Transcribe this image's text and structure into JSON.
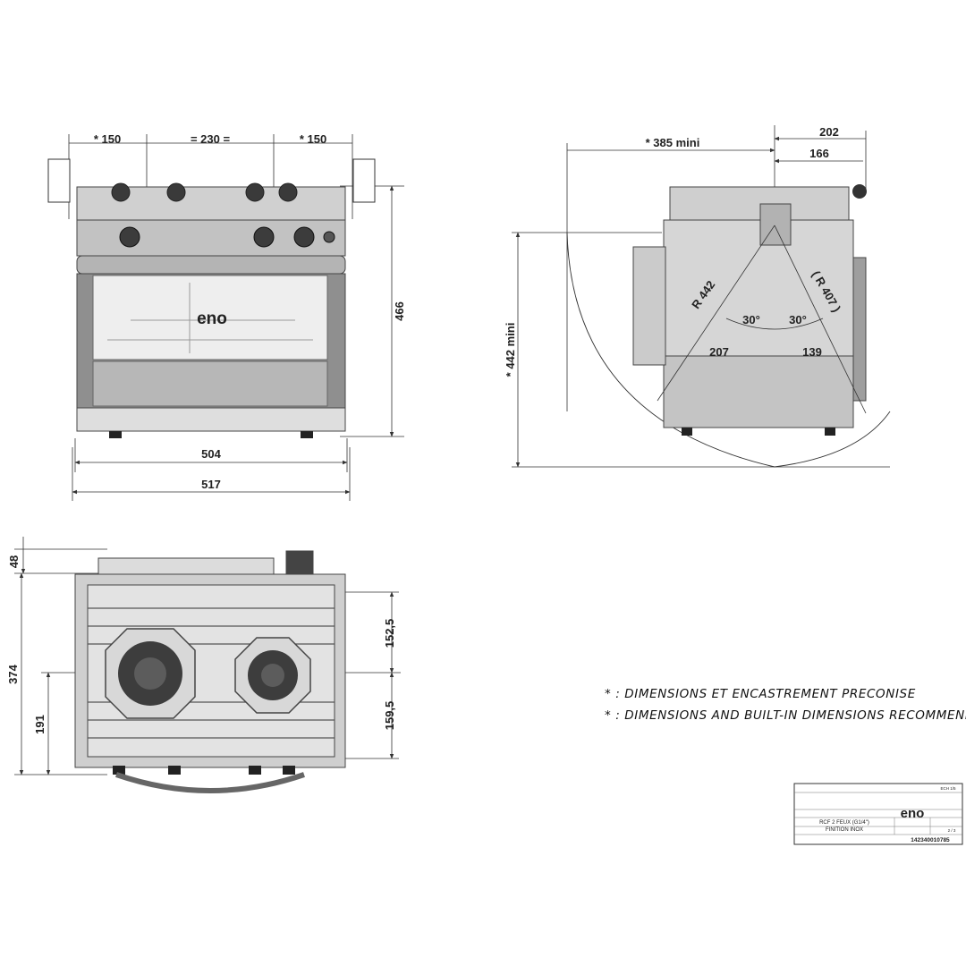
{
  "front_view": {
    "dim_left_gap": "* 150",
    "dim_center_gap": "= 230 =",
    "dim_right_gap": "* 150",
    "dim_height": "466",
    "dim_inner_width": "504",
    "dim_outer_width": "517",
    "oven_logo": "eno"
  },
  "side_view": {
    "dim_depth_min": "* 385 mini",
    "dim_top_depth": "202",
    "dim_axis_depth": "166",
    "dim_height_min": "* 442 mini",
    "radius_front": "R 442",
    "radius_back": "( R 407 )",
    "angle_left": "30°",
    "angle_right": "30°",
    "dim_pivot_front": "207",
    "dim_pivot_back": "139"
  },
  "top_view": {
    "dim_top_offset": "48",
    "dim_total_depth": "374",
    "dim_burner_axis": "191",
    "dim_back_burner": "152,5",
    "dim_front_burner": "159,5"
  },
  "notes": {
    "line_fr": "* : DIMENSIONS ET ENCASTREMENT PRECONISE",
    "line_en": "* : DIMENSIONS AND BUILT-IN DIMENSIONS RECOMMENDED"
  },
  "title_block": {
    "logo": "eno",
    "product_line1": "RCF 2 FEUX (G1/4\")",
    "product_line2": "FINITION INOX",
    "reference": "142340010785",
    "scale": "ECH 1/5",
    "page": "2 / 3"
  },
  "colors": {
    "line": "#333333",
    "steel_light": "#d9d9d9",
    "steel_mid": "#a9a9a9",
    "steel_dark": "#5c5c5c",
    "glass": "#eeeeee"
  }
}
